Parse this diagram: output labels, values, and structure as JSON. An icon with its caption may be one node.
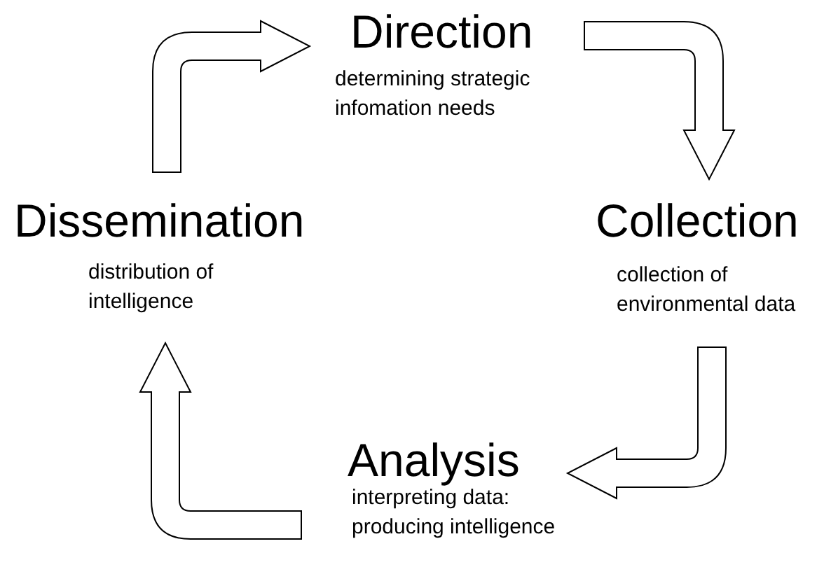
{
  "diagram": {
    "nodes": [
      {
        "text": [
          "Direction",
          "determining strategic infomation needs"
        ]
      },
      {
        "text": [
          "Collection",
          "collection of environmental data"
        ]
      },
      {
        "text": [
          "Analysis",
          "interpreting data: producing intelligence"
        ]
      },
      {
        "text": [
          "Dissemination",
          "distribution of intelligence"
        ]
      }
    ],
    "edges": [
      {
        "from": 3,
        "to": 0,
        "arrow": "to"
      },
      {
        "from": 0,
        "to": 1,
        "arrow": "to"
      },
      {
        "from": 1,
        "to": 2,
        "arrow": "to"
      },
      {
        "from": 2,
        "to": 3,
        "arrow": "to"
      }
    ]
  }
}
